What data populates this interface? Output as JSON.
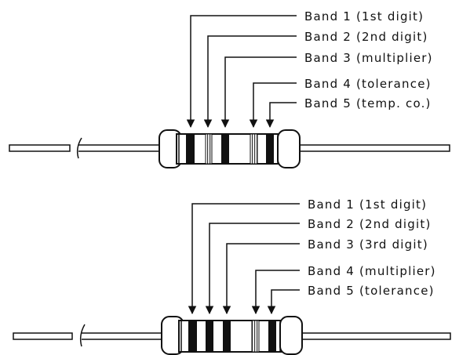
{
  "diagrams": [
    {
      "bands": [
        {
          "label": "Band 1 (1st digit)"
        },
        {
          "label": "Band 2 (2nd digit)"
        },
        {
          "label": "Band 3 (multiplier)"
        },
        {
          "label": "Band 4 (tolerance)"
        },
        {
          "label": "Band 5 (temp. co.)"
        }
      ]
    },
    {
      "bands": [
        {
          "label": "Band 1 (1st digit)"
        },
        {
          "label": "Band 2 (2nd digit)"
        },
        {
          "label": "Band 3 (3rd digit)"
        },
        {
          "label": "Band 4 (multiplier)"
        },
        {
          "label": "Band 5 (tolerance)"
        }
      ]
    }
  ],
  "colors": {
    "ink": "#111111",
    "body_fill": "#ffffff"
  }
}
